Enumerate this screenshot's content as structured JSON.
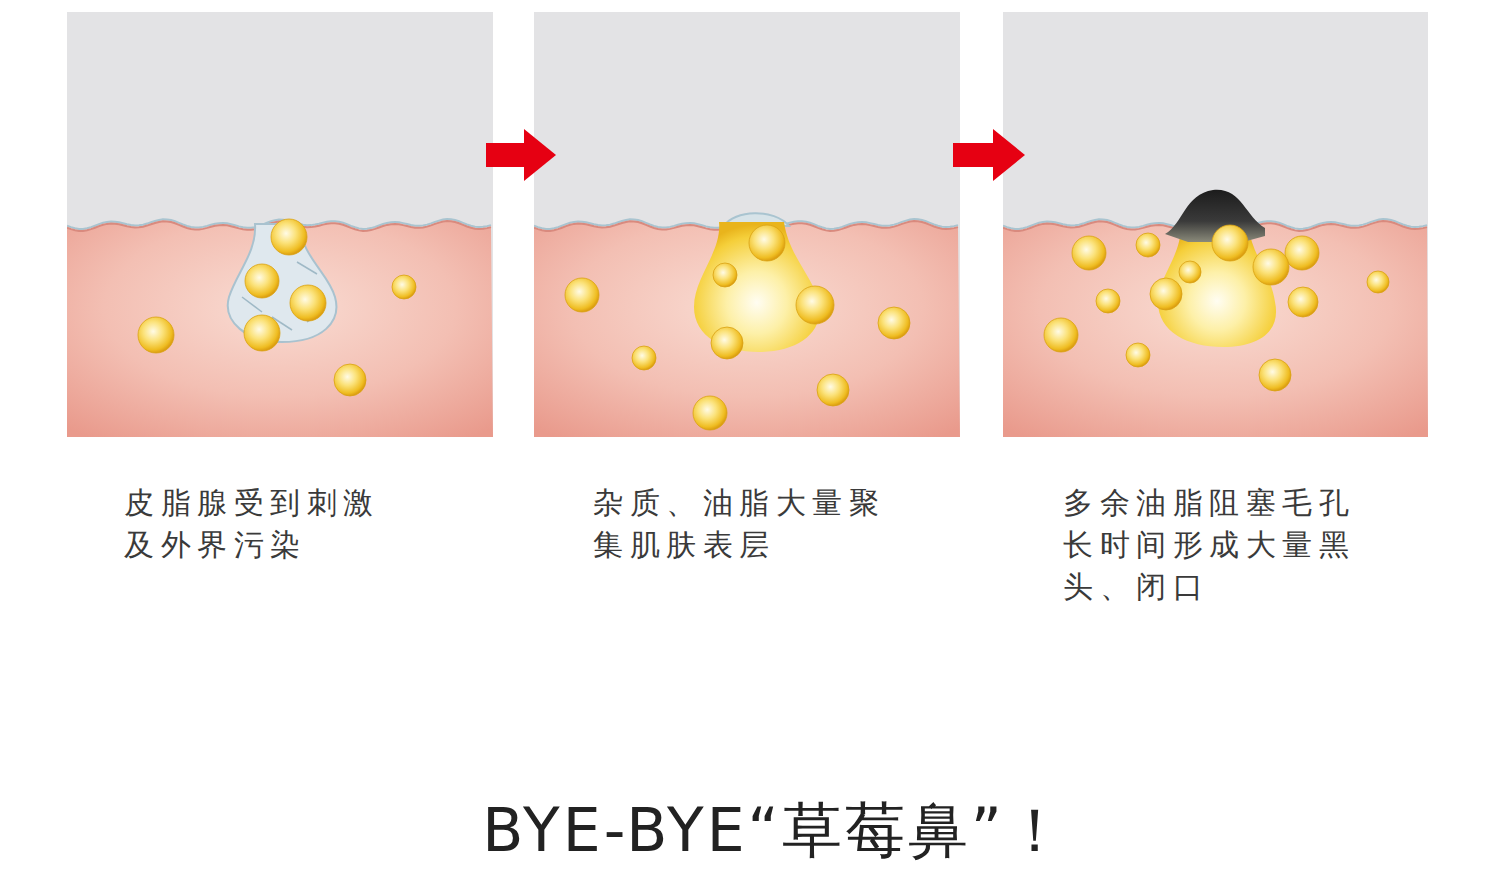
{
  "diagram": {
    "title": "BYE-BYE“草莓鼻”！",
    "nodes": [
      {
        "text": [
          "皮脂腺受到刺激 及外界污染"
        ]
      },
      {
        "text": [
          "杂质、油脂大量聚 集肌肤表层"
        ]
      },
      {
        "text": [
          "多余油脂阻塞毛孔 长时间形成大量黑 头、闭口"
        ]
      }
    ],
    "edges": [
      {
        "from": 0,
        "to": 1,
        "arrow": "to"
      },
      {
        "from": 1,
        "to": 2,
        "arrow": "to"
      }
    ]
  }
}
